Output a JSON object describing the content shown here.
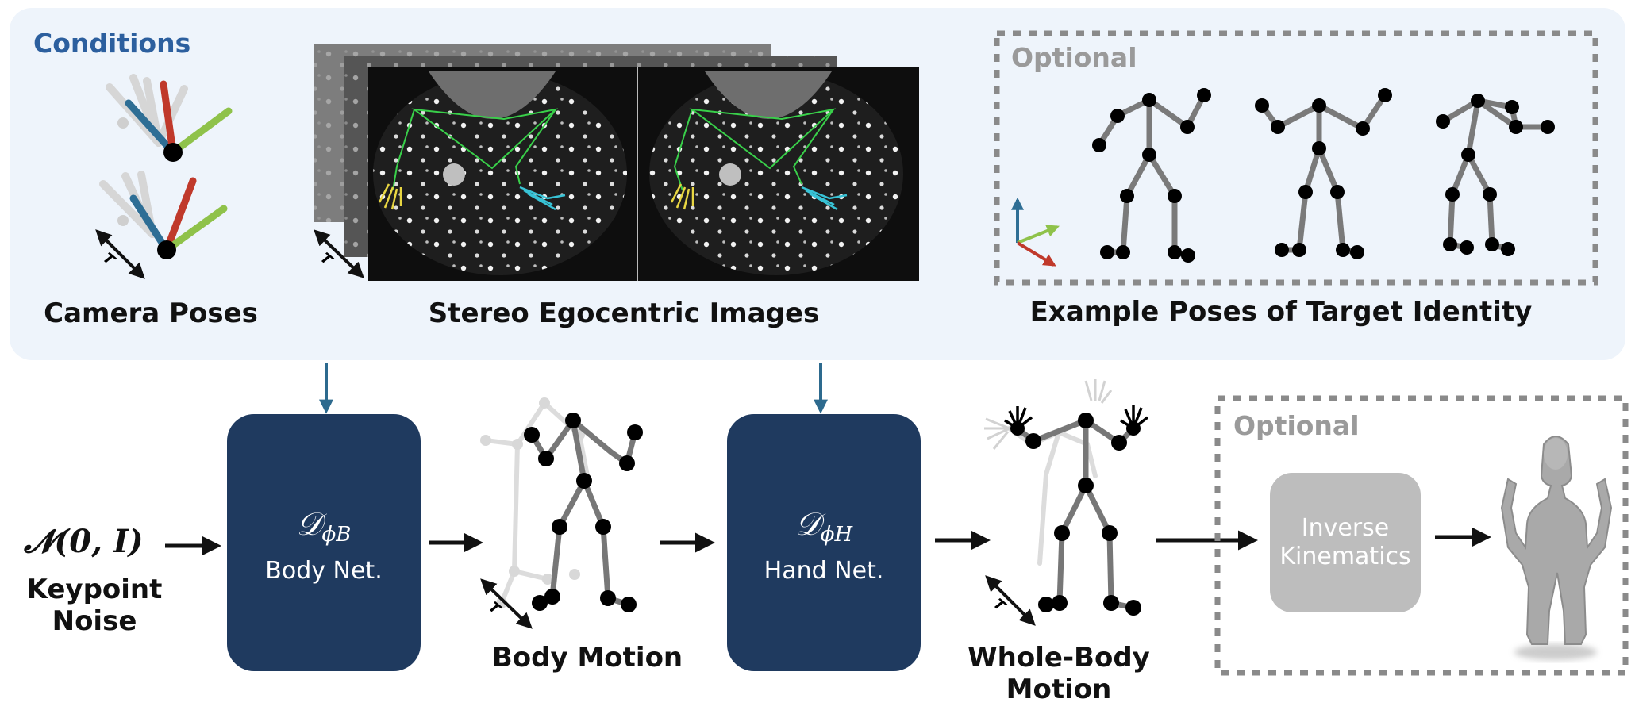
{
  "conditions": {
    "heading": "Conditions",
    "camera_poses_label": "Camera Poses",
    "stereo_images_label": "Stereo Egocentric Images",
    "optional_tag": "Optional",
    "example_poses_label": "Example Poses of Target Identity",
    "time_axis_symbol": "T"
  },
  "pipeline": {
    "noise_formula": "𝓝(0, I)",
    "noise_label_line1": "Keypoint",
    "noise_label_line2": "Noise",
    "body_net": {
      "symbol": "𝒟",
      "subscript": "ϕB",
      "label": "Body Net."
    },
    "body_motion_label": "Body Motion",
    "hand_net": {
      "symbol": "𝒟",
      "subscript": "ϕH",
      "label": "Hand Net."
    },
    "whole_body_label_line1": "Whole-Body",
    "whole_body_label_line2": "Motion",
    "optional_tag": "Optional",
    "ik_line1": "Inverse",
    "ik_line2": "Kinematics",
    "time_axis_symbol": "T"
  },
  "colors": {
    "panel_bg": "#eef4fb",
    "net_box": "#1f3a5f",
    "heading_blue": "#2c5f9e",
    "arrow_teal": "#2d6a8e",
    "ik_box": "#bdbdbd",
    "optional_gray": "#9a9a9a",
    "axis_red": "#c0392b",
    "axis_green": "#8fc24a",
    "axis_blue": "#2e6e95"
  }
}
